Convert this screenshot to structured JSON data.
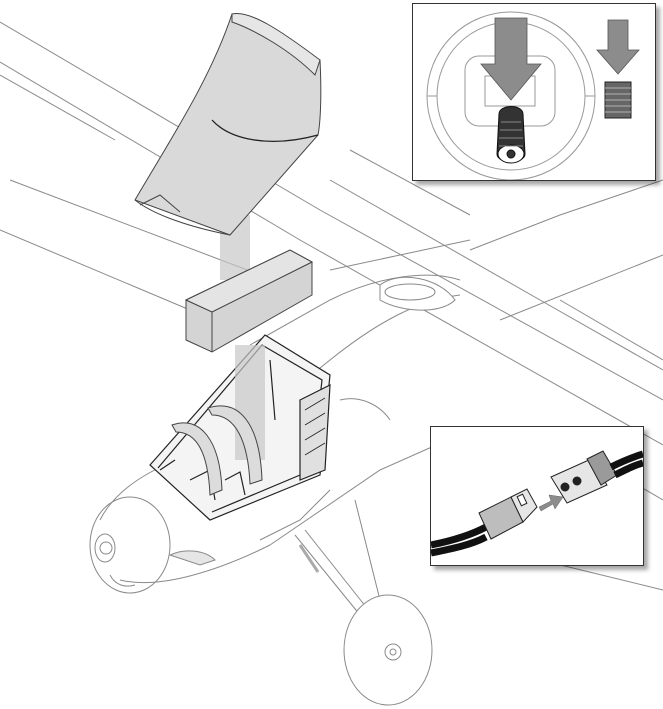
{
  "figure": {
    "subject": "airplane-battery-installation",
    "colors": {
      "line": "#8a8a8a",
      "dark_line": "#222222",
      "part_fill": "#d9d9d9",
      "arrow_fill": "#8c8c8c",
      "battery_fill": "#d4d4d4",
      "inset_border": "#333333"
    },
    "parts": [
      "hatch-cover",
      "battery-pack",
      "hook-and-loop-straps",
      "fuselage-battery-bay",
      "wing",
      "landing-gear-wheel",
      "propeller-spinner"
    ],
    "insets": [
      {
        "id": "alignment",
        "shows": [
          "reticle",
          "down-arrow",
          "down-arrow-small"
        ]
      },
      {
        "id": "connector",
        "shows": [
          "male-connector",
          "female-connector",
          "connect-arrow"
        ]
      }
    ]
  }
}
